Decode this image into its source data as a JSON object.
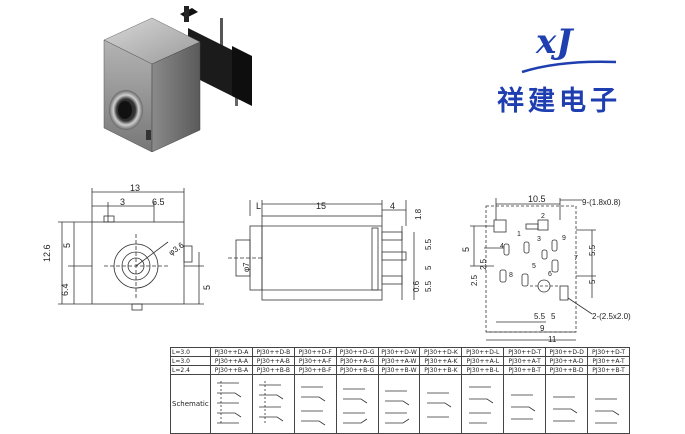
{
  "logo": {
    "mark": "xJ",
    "company": "祥建电子"
  },
  "front_view": {
    "dims": {
      "width_total": "13",
      "left_offset": "3",
      "right_offset": "6.5",
      "height_total": "12.6",
      "upper_height": "5",
      "lower_height": "6.4",
      "right_height": "5",
      "hole": "φ3.6"
    }
  },
  "side_view": {
    "dims": {
      "l_label": "L",
      "body_length": "15",
      "rear_length": "4",
      "rear_pin": "1.8",
      "pin_pitch_1": "5.5",
      "pin_pitch_2": "5",
      "pin_pitch_3": "5.5",
      "pin_offset": "0.6",
      "diameter": "φ7"
    }
  },
  "pcb_view": {
    "dims": {
      "width_top": "10.5",
      "hole_note": "9-(1.8x0.8)",
      "height_left": "5",
      "left_a": "2.5",
      "left_b": "2.5",
      "right_a": "5.5",
      "right_b": "5",
      "bottom_a": "5.5",
      "bottom_b": "5",
      "bottom_c": "9",
      "bottom_total": "11",
      "slot_note": "2-(2.5x2.0)",
      "pin_labels": [
        "2",
        "1",
        "3",
        "9",
        "4",
        "5",
        "7",
        "6",
        "8"
      ]
    }
  },
  "parts_table": {
    "rows": [
      {
        "label": "L=3.0",
        "cells": [
          "PJ30++D-A",
          "PJ30++D-B",
          "PJ30++D-F",
          "PJ30++D-G",
          "PJ30++D-W",
          "PJ30++D-K",
          "PJ30++D-L",
          "PJ30++D-T",
          "PJ30++D-D",
          "PJ30++D-T"
        ]
      },
      {
        "label": "L=3.0",
        "cells": [
          "PJ30++A-A",
          "PJ30++A-B",
          "PJ30++A-F",
          "PJ30++A-G",
          "PJ30++A-W",
          "PJ30++A-K",
          "PJ30++A-L",
          "PJ30++A-T",
          "PJ30++A-D",
          "PJ30++A-T"
        ]
      },
      {
        "label": "L=2.4",
        "cells": [
          "PJ30++B-A",
          "PJ30++B-B",
          "PJ30++B-F",
          "PJ30++B-G",
          "PJ30++B-W",
          "PJ30++B-K",
          "PJ30++B-L",
          "PJ30++B-T",
          "PJ30++B-D",
          "PJ30++B-T"
        ]
      }
    ],
    "schematic_label": "Schematic"
  }
}
